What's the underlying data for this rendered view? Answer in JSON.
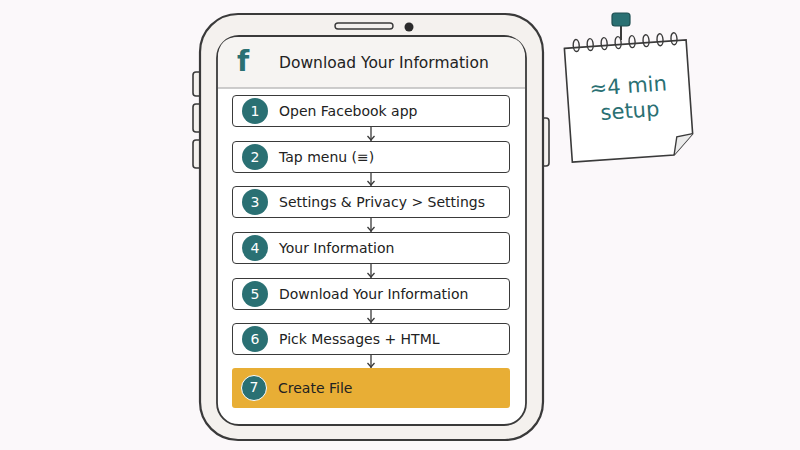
{
  "diagram": {
    "title": "Download Your Information",
    "nodes": [
      {
        "text": [
          "1",
          "Open Facebook app"
        ]
      },
      {
        "text": [
          "2",
          "Tap menu (≡)"
        ]
      },
      {
        "text": [
          "3",
          "Settings & Privacy > Settings"
        ]
      },
      {
        "text": [
          "4",
          "Your Information"
        ]
      },
      {
        "text": [
          "5",
          "Download Your Information"
        ]
      },
      {
        "text": [
          "6",
          "Pick Messages + HTML"
        ]
      },
      {
        "text": [
          "7",
          "Create File"
        ]
      },
      {
        "text": [
          "≈4 min setup"
        ]
      }
    ],
    "edges": [
      {
        "from": 0,
        "to": 1,
        "arrow": "to"
      },
      {
        "from": 1,
        "to": 2,
        "arrow": "to"
      },
      {
        "from": 2,
        "to": 3,
        "arrow": "to"
      },
      {
        "from": 3,
        "to": 4,
        "arrow": "to"
      },
      {
        "from": 4,
        "to": 5,
        "arrow": "to"
      },
      {
        "from": 5,
        "to": 6,
        "arrow": "to"
      }
    ],
    "labels": [
      "f"
    ]
  }
}
